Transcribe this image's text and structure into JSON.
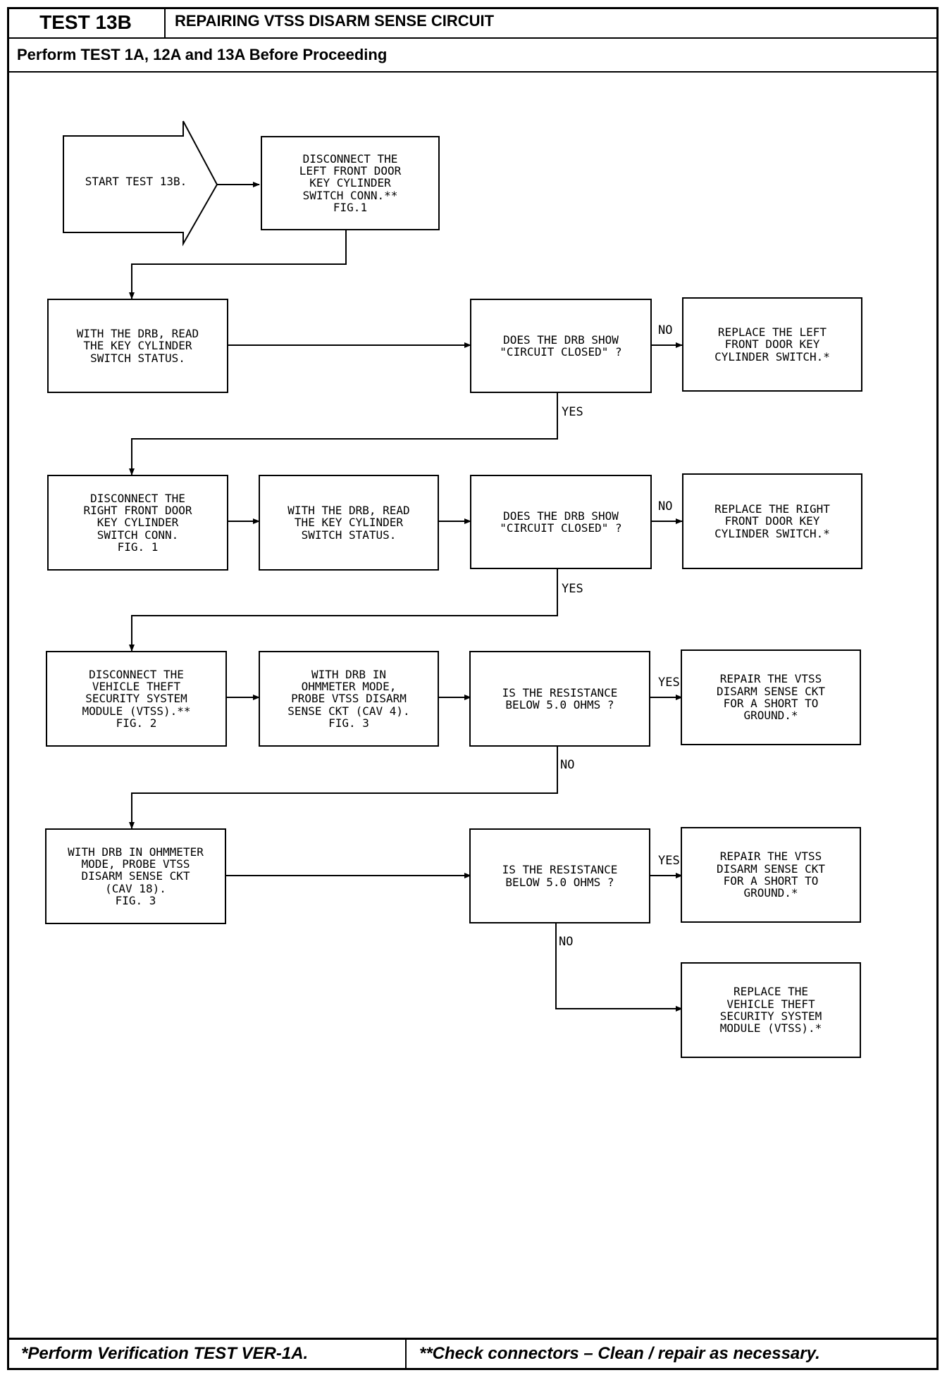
{
  "header": {
    "test_id": "TEST 13B",
    "title": "REPAIRING VTSS DISARM SENSE CIRCUIT",
    "prerequisite": "Perform TEST 1A, 12A and 13A Before Proceeding"
  },
  "flow": {
    "start": "START TEST 13B.",
    "step_disconnect_left": "DISCONNECT THE\nLEFT FRONT DOOR\nKEY CYLINDER\nSWITCH CONN.**\nFIG.1",
    "step_read_left": "WITH THE DRB, READ\nTHE KEY CYLINDER\nSWITCH STATUS.",
    "q_left_closed": "DOES THE DRB SHOW\n\"CIRCUIT CLOSED\" ?",
    "fix_left_switch": "REPLACE THE LEFT\nFRONT DOOR KEY\nCYLINDER SWITCH.*",
    "step_disconnect_right": "DISCONNECT THE\nRIGHT FRONT DOOR\nKEY CYLINDER\nSWITCH CONN.\nFIG. 1",
    "step_read_right": "WITH THE DRB, READ\nTHE KEY CYLINDER\nSWITCH STATUS.",
    "q_right_closed": "DOES THE DRB SHOW\n\"CIRCUIT CLOSED\" ?",
    "fix_right_switch": "REPLACE THE RIGHT\nFRONT DOOR KEY\nCYLINDER SWITCH.*",
    "step_disconnect_vtss": "DISCONNECT THE\nVEHICLE THEFT\nSECURITY SYSTEM\nMODULE (VTSS).**\nFIG. 2",
    "step_probe_cav4": "WITH DRB IN\nOHMMETER MODE,\nPROBE VTSS DISARM\nSENSE CKT (CAV 4).\nFIG. 3",
    "q_resistance_1": "IS THE RESISTANCE\nBELOW 5.0 OHMS ?",
    "fix_short_1": "REPAIR THE VTSS\nDISARM SENSE CKT\nFOR A SHORT TO\nGROUND.*",
    "step_probe_cav18": "WITH DRB IN OHMMETER\nMODE, PROBE VTSS\nDISARM SENSE CKT\n(CAV 18).\nFIG. 3",
    "q_resistance_2": "IS THE RESISTANCE\nBELOW 5.0 OHMS ?",
    "fix_short_2": "REPAIR THE VTSS\nDISARM SENSE CKT\nFOR A SHORT TO\nGROUND.*",
    "fix_replace_vtss": "REPLACE THE\nVEHICLE THEFT\nSECURITY SYSTEM\nMODULE (VTSS).*"
  },
  "labels": {
    "no": "NO",
    "yes": "YES"
  },
  "footer": {
    "note_verify": "*Perform Verification TEST VER-1A.",
    "note_connectors": "**Check connectors – Clean / repair as necessary."
  }
}
